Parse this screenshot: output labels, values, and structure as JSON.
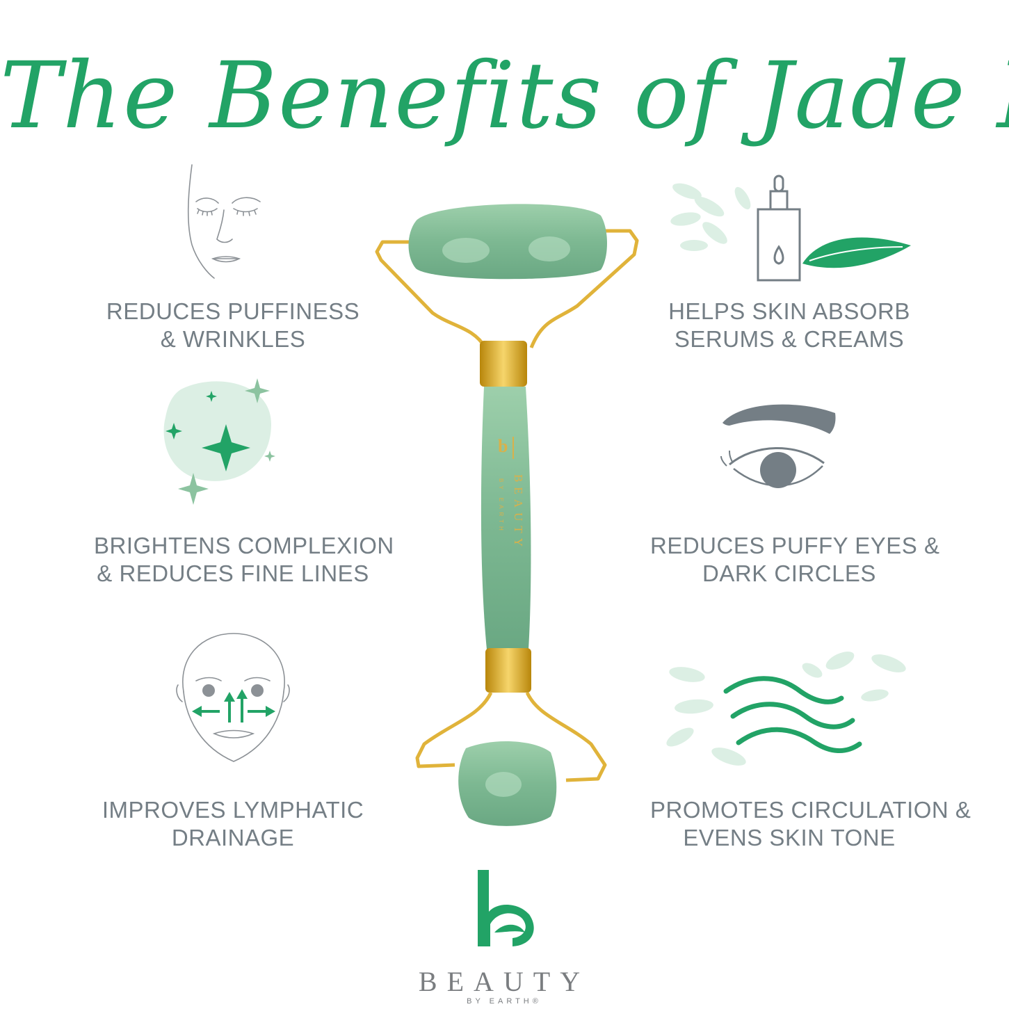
{
  "title": "The Benefits of Jade Rolling",
  "colors": {
    "accent_green": "#22a366",
    "light_green": "#dcefe4",
    "text_gray": "#747e85",
    "jade": "#8cc3a0",
    "gold": "#e0b33a",
    "brand_gray": "#7a7d80"
  },
  "benefits": [
    {
      "icon": "face-closed-eyes-icon",
      "line1": "REDUCES PUFFINESS",
      "line2": "& WRINKLES"
    },
    {
      "icon": "serum-dropper-bottle-icon",
      "line1": "HELPS SKIN ABSORB",
      "line2": "SERUMS & CREAMS"
    },
    {
      "icon": "sparkles-icon",
      "line1": "BRIGHTENS COMPLEXION",
      "line2": "& REDUCES FINE LINES"
    },
    {
      "icon": "eye-brow-icon",
      "line1": "REDUCES PUFFY EYES &",
      "line2": "DARK CIRCLES"
    },
    {
      "icon": "face-lymphatic-arrows-icon",
      "line1": "IMPROVES LYMPHATIC",
      "line2": "DRAINAGE"
    },
    {
      "icon": "circulation-waves-icon",
      "line1": "PROMOTES CIRCULATION &",
      "line2": "EVENS SKIN TONE"
    }
  ],
  "roller": {
    "engraving_main": "BEAUTY",
    "engraving_sub": "BY EARTH"
  },
  "brand": {
    "name": "BEAUTY",
    "tagline": "BY EARTH®"
  }
}
